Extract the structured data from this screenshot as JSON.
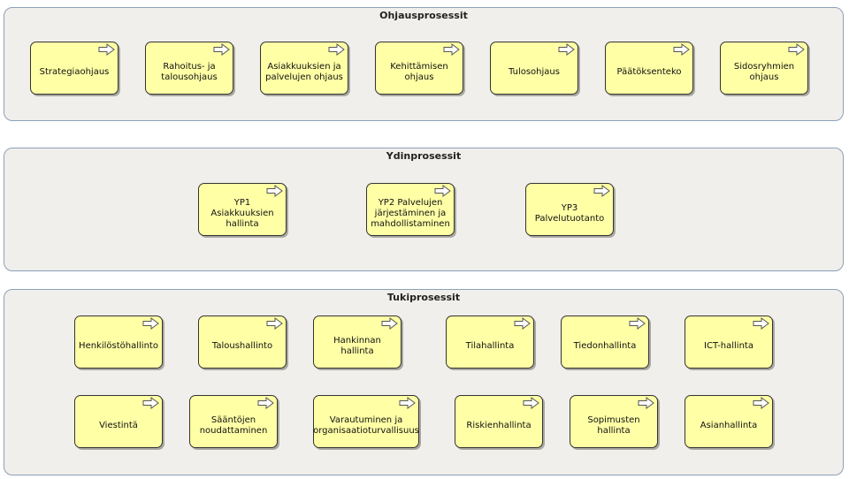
{
  "groups": [
    {
      "title": "Ohjausprosessit",
      "items": [
        "Strategiaohjaus",
        "Rahoitus- ja talousohjaus",
        "Asiakkuuksien ja palvelujen ohjaus",
        "Kehittämisen ohjaus",
        "Tulosohjaus",
        "Päätöksenteko",
        "Sidosryhmien ohjaus"
      ]
    },
    {
      "title": "Ydinprosessit",
      "items": [
        "YP1 Asiakkuuksien hallinta",
        "YP2 Palvelujen järjestäminen ja mahdollistaminen",
        "YP3 Palvelutuotanto"
      ]
    },
    {
      "title": "Tukiprosessit",
      "items": [
        "Henkilöstöhallinto",
        "Taloushallinto",
        "Hankinnan hallinta",
        "Tilahallinta",
        "Tiedonhallinta",
        "ICT-hallinta",
        "Viestintä",
        "Sääntöjen noudattaminen",
        "Varautuminen ja organisaatioturvallisuus",
        "Riskienhallinta",
        "Sopimusten hallinta",
        "Asianhallinta"
      ]
    }
  ],
  "colors": {
    "group_fill": "#f1efeb",
    "group_border": "#8da0b8",
    "process_fill": "#ffffa6",
    "process_border": "#333333"
  },
  "icons": {
    "process": "arrow-right-icon"
  }
}
